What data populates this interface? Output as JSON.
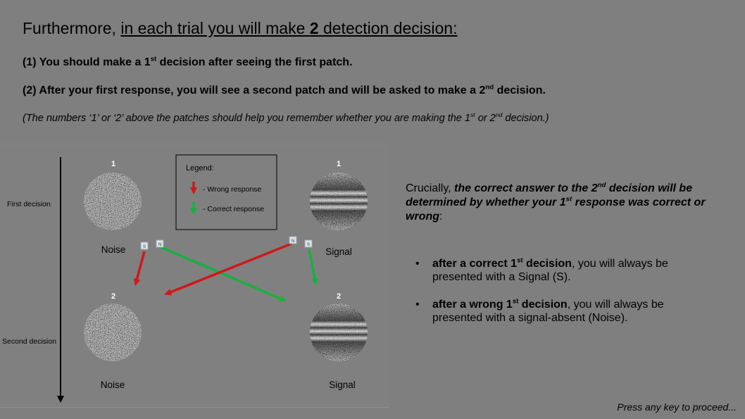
{
  "title": {
    "lead": "Furthermore, ",
    "u1": "in each trial you will make ",
    "num": "2",
    "u2": " detection decision:"
  },
  "points": [
    {
      "pre": "(1) You should make a 1",
      "sup": "st",
      "post": " decision after seeing the first patch."
    },
    {
      "pre": "(2) After your first response, you will see a second patch and will be asked to make a 2",
      "sup": "nd",
      "post": " decision."
    }
  ],
  "note": {
    "a": "(The numbers ‘1’ or ‘2’ above the patches should help you remember whether you are making the 1",
    "sup1": "st",
    "b": " or 2",
    "sup2": "nd",
    "c": " decision.)"
  },
  "figure": {
    "first_decision": "First decision",
    "second_decision": "Second decision",
    "num1": "1",
    "num2": "2",
    "noise": "Noise",
    "signal": "Signal",
    "key_s": "S",
    "key_n": "N",
    "legend": {
      "title": "Legend:",
      "wrong": "- Wrong response",
      "correct": "- Correct response"
    },
    "colors": {
      "wrong": "#d01818",
      "correct": "#18b040"
    }
  },
  "crucially": {
    "lead": "Crucially, ",
    "b1": "the correct answer to the 2",
    "sup1": "nd",
    "b2": " decision will be determined by whether your 1",
    "sup2": "st",
    "b3": " response was correct or wrong",
    "tail": ":"
  },
  "bullets": [
    {
      "dot": "•",
      "b_pre": "after a correct 1",
      "sup": "st",
      "b_post": " decision",
      "rest": ", you will always be presented with a Signal (S)."
    },
    {
      "dot": "•",
      "b_pre": "after a wrong 1",
      "sup": "st",
      "b_post": " decision",
      "rest": ", you will always be presented with a signal-absent (Noise)."
    }
  ],
  "press": "Press any key to proceed..."
}
